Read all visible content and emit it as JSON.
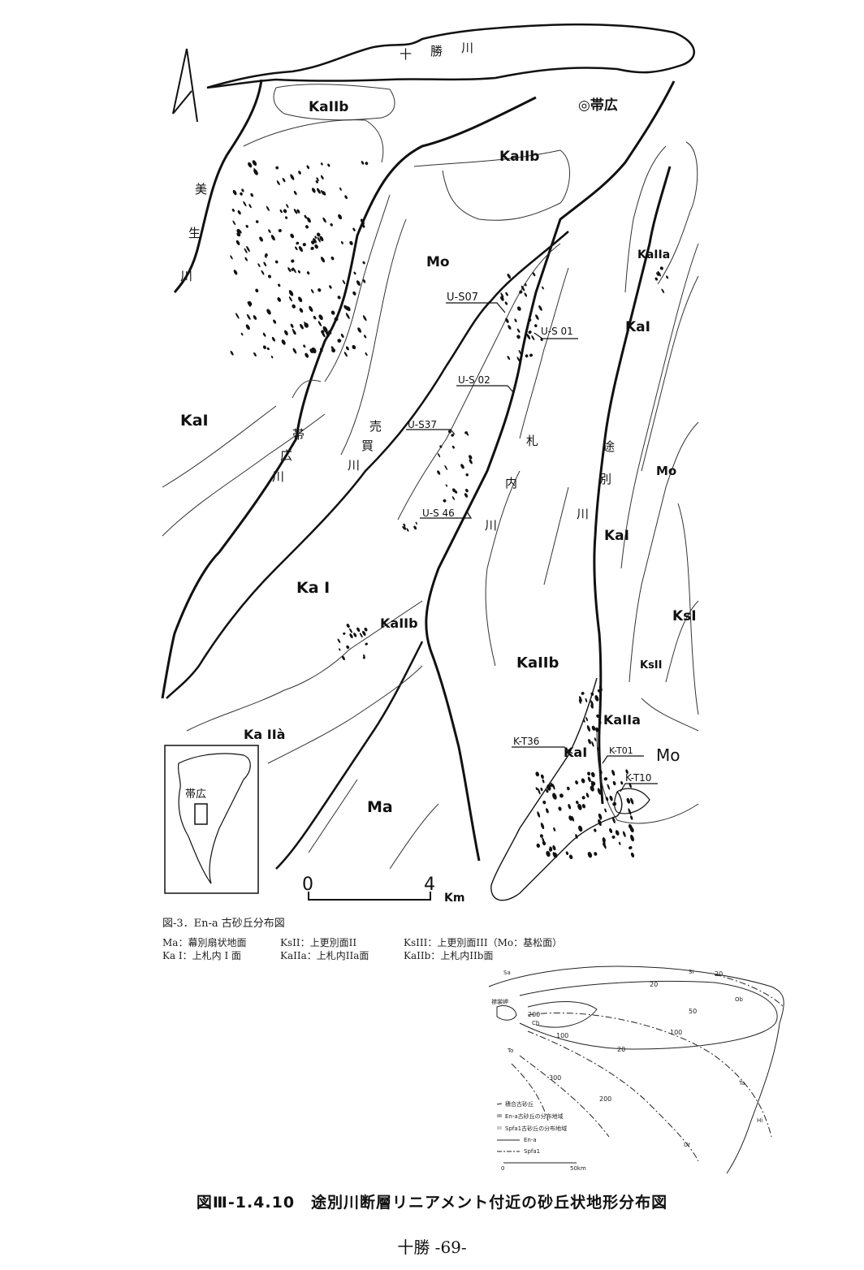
{
  "map": {
    "rivers": {
      "tokachi": [
        "十",
        "勝",
        "川"
      ],
      "bisei": [
        "美",
        "生",
        "川"
      ],
      "obihiro": [
        "帯",
        "広",
        "川"
      ],
      "baibai": [
        "売",
        "買",
        "川"
      ],
      "satsunai": [
        "札",
        "内",
        "川"
      ],
      "tobetsu": [
        "途",
        "別",
        "川"
      ]
    },
    "city_label": "◎帯広",
    "surfaces": {
      "ka2b_1": "KaIIb",
      "ka2b_2": "KaIIb",
      "ka2b_3": "KaIIb",
      "ka2b_4": "KaIIb",
      "mo_1": "Mo",
      "mo_2": "Mo",
      "mo_3": "Mo",
      "ka1_1": "KaI",
      "ka1_2": "Ka I",
      "ka1_3": "KaI",
      "ka1_4": "KaI",
      "ka1_5": "KaI",
      "ka2a_1": "KaIIa",
      "ka2a_2": "KaIIa",
      "ka2a_3": "Ka IIà",
      "ma": "Ma",
      "ks1": "KsI",
      "ks2": "KsII"
    },
    "sites": {
      "us07": "U-S07",
      "us01": "U-S 01",
      "us02": "U-S 02",
      "us37": "U-S37",
      "us46": "U-S 46",
      "kt36": "K-T36",
      "kt01": "K-T01",
      "kt10": "K-T10"
    },
    "scale": {
      "zero": "0",
      "four": "4",
      "unit": "Km"
    },
    "inset_label": "帯広"
  },
  "figure3": {
    "title": "図-3．En-a 古砂丘分布図",
    "legend": {
      "ma": "Ma：幕別扇状地面",
      "ks2": "KsII：上更別面II",
      "ks3": "KsIII：上更別面III（Mo：基松面）",
      "ka1": "Ka I：上札内 I 面",
      "ka2a": "KaIIa：上札内IIa面",
      "ka2b": "KaIIb：上札内IIb面"
    }
  },
  "inset2": {
    "places": {
      "sa": "Sa",
      "si": "Si",
      "ob": "Ob",
      "erimo": "襟裳岬",
      "ch": "Ch",
      "to": "To",
      "ta": "Ta",
      "hi": "Hi",
      "ur": "Ur"
    },
    "contours": {
      "c20a": "20",
      "c20b": "20",
      "c20c": "20",
      "c50": "50",
      "c100a": "100",
      "c100b": "100",
      "c200a": "200",
      "c200b": "200",
      "c300": "300"
    },
    "legend": {
      "item1": "積合古砂丘",
      "item2": "En-a古砂丘の分布地域",
      "item3": "Spfa1古砂丘の分布地域",
      "item4": "En-a",
      "item5": "Spfa1"
    },
    "scale": {
      "zero": "0",
      "fifty": "50km"
    }
  },
  "caption": "図Ⅲ-1.4.10　途別川断層リニアメント付近の砂丘状地形分布図",
  "footer": "十勝 -69-"
}
